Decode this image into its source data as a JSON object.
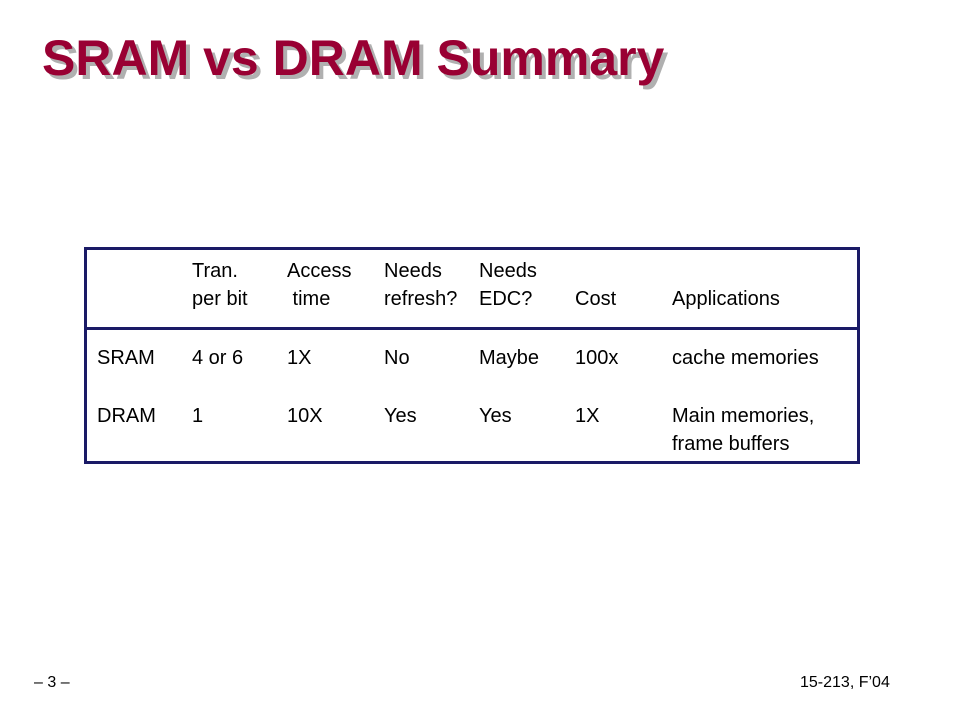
{
  "slide": {
    "title": "SRAM vs DRAM Summary"
  },
  "table": {
    "headers": {
      "tran_1": "Tran.",
      "tran_2": "per bit",
      "access_1": "Access",
      "access_2": " time",
      "refresh_1": "Needs",
      "refresh_2": "refresh?",
      "edc_1": "Needs",
      "edc_2": "EDC?",
      "cost": "Cost",
      "applications": "Applications"
    },
    "rows": [
      {
        "type": "SRAM",
        "tran": "4 or 6",
        "access": "1X",
        "refresh": "No",
        "edc": "Maybe",
        "cost": "100x",
        "applications_1": "cache memories"
      },
      {
        "type": "DRAM",
        "tran": "1",
        "access": "10X",
        "refresh": "Yes",
        "edc": "Yes",
        "cost": "1X",
        "applications_1": "Main memories,",
        "applications_2": "frame buffers"
      }
    ]
  },
  "footer": {
    "page_number": "– 3 –",
    "course": "15-213, F’04"
  }
}
